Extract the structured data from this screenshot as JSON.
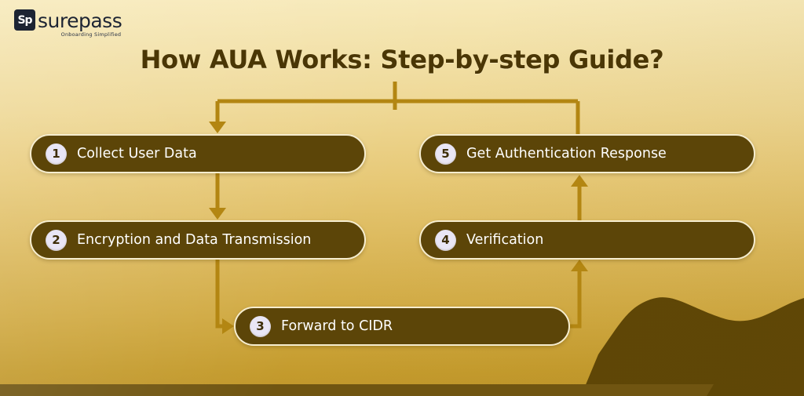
{
  "brand": {
    "mark_text": "Sp",
    "name": "surepass",
    "tagline": "Onboarding Simplified",
    "mark_bg": "#1d2433"
  },
  "header": {
    "title": "How AUA Works: Step-by-step Guide?",
    "title_color": "#4a3605"
  },
  "theme": {
    "bg_top": "#f7e9b8",
    "bg_bottom": "#bf952a",
    "pill_fill": "#5c4508",
    "pill_border": "#f6edcf",
    "connector": "#b38612",
    "footer_strip": "#705511",
    "wave_fill": "#5e4606",
    "badge_bg": "#e9e6f5",
    "badge_text": "#3d2d05",
    "label_text": "#ffffff"
  },
  "flow": {
    "steps": [
      {
        "number": "1",
        "label": "Collect User Data"
      },
      {
        "number": "2",
        "label": "Encryption and Data Transmission"
      },
      {
        "number": "3",
        "label": "Forward to CIDR"
      },
      {
        "number": "4",
        "label": "Verification"
      },
      {
        "number": "5",
        "label": "Get Authentication Response"
      }
    ],
    "connectors": [
      {
        "name": "title-to-split",
        "from": "title",
        "to": "split-bar",
        "arrow": "none"
      },
      {
        "name": "split-to-step-1",
        "from": "split-bar",
        "to": "1",
        "arrow": "down"
      },
      {
        "name": "split-to-step-5",
        "from": "split-bar",
        "to": "5",
        "arrow": "none"
      },
      {
        "name": "step-1-to-step-2",
        "from": "1",
        "to": "2",
        "arrow": "down"
      },
      {
        "name": "step-2-to-step-3",
        "from": "2",
        "to": "3",
        "arrow": "right"
      },
      {
        "name": "step-3-to-step-4",
        "from": "3",
        "to": "4",
        "arrow": "up"
      },
      {
        "name": "step-4-to-step-5",
        "from": "4",
        "to": "5",
        "arrow": "up"
      }
    ]
  }
}
